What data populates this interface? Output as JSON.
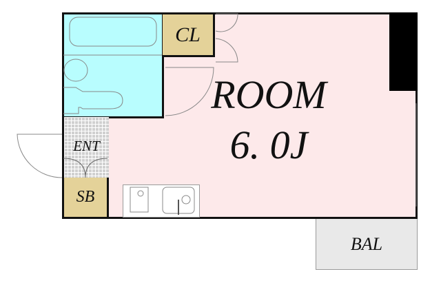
{
  "rooms": {
    "room_name": "ROOM",
    "room_size": "6. 0J",
    "closet": "CL",
    "entrance": "ENT",
    "shoe_box": "SB",
    "balcony": "BAL"
  },
  "colors": {
    "room": "#fde9ea",
    "bath": "#b8fdfe",
    "storage": "#e4d299",
    "balcony": "#e9e9e9"
  }
}
